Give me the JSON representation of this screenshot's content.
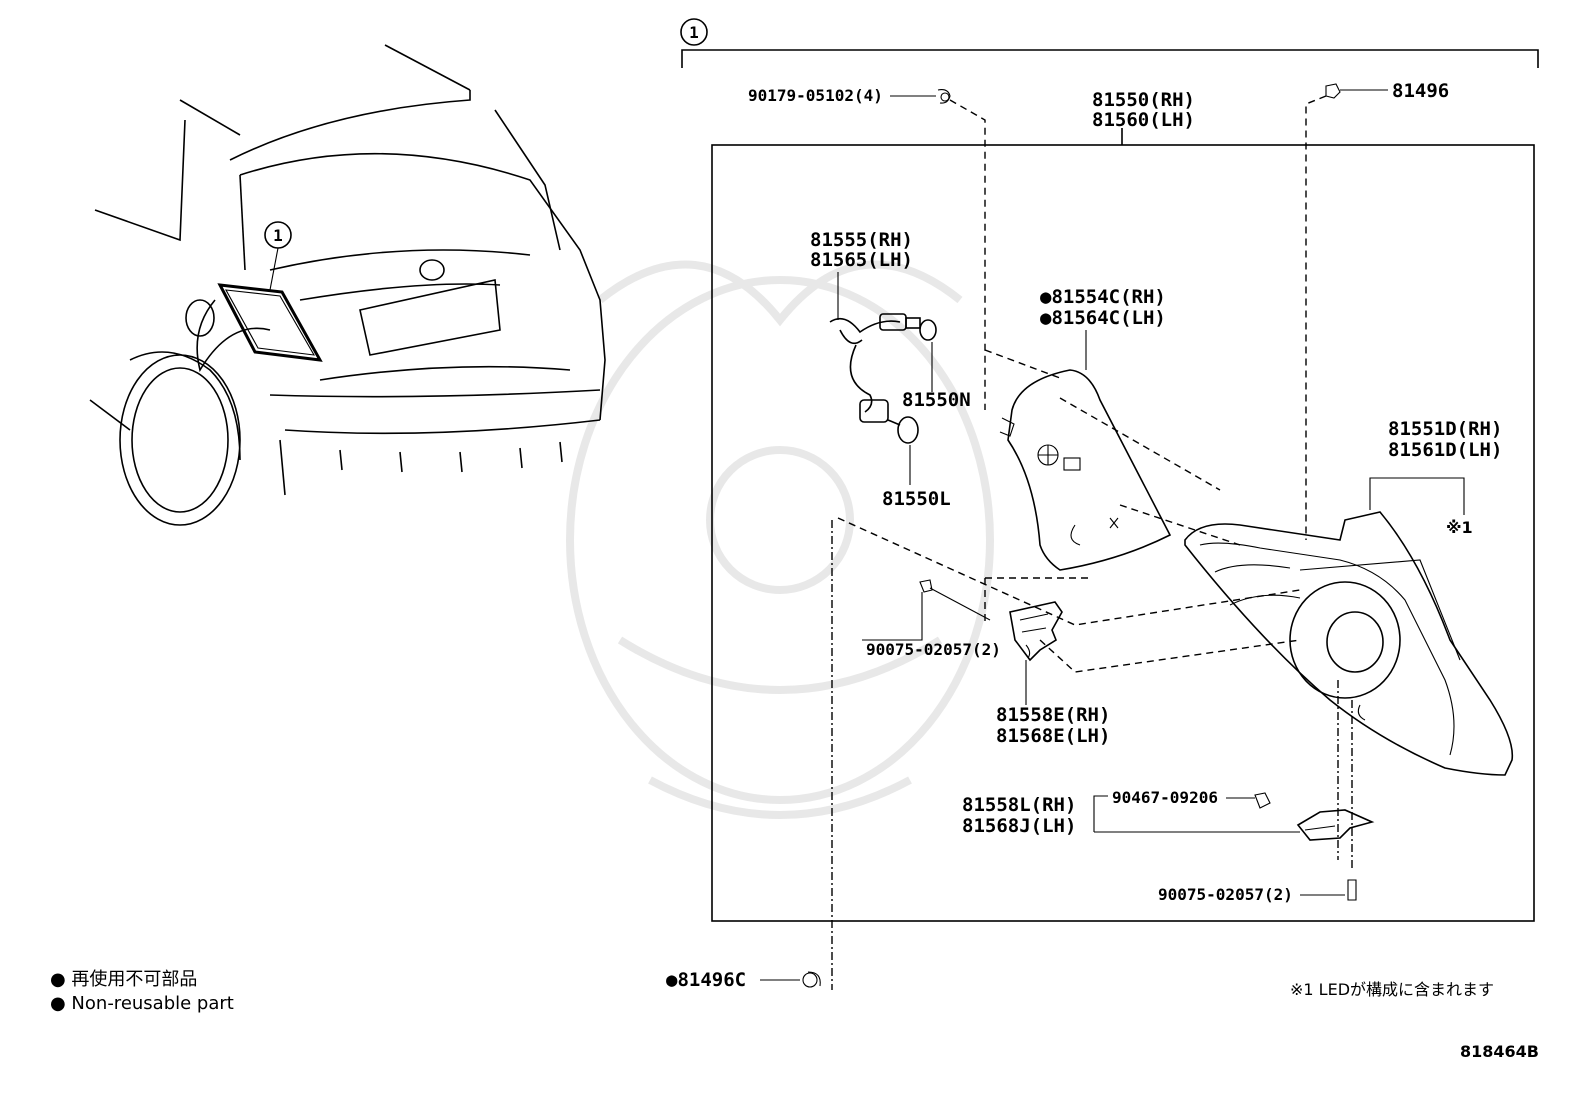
{
  "callout_number": "1",
  "parts": {
    "p90179": "90179-05102(4)",
    "p81550_rh": "81550(RH)",
    "p81560_lh": "81560(LH)",
    "p81496": "81496",
    "p81555_rh": "81555(RH)",
    "p81565_lh": "81565(LH)",
    "p81554c_rh": "●81554C(RH)",
    "p81564c_lh": "●81564C(LH)",
    "p81550n": "81550N",
    "p81550l": "81550L",
    "p81551d_rh": "81551D(RH)",
    "p81561d_lh": "81561D(LH)",
    "note_mark": "※1",
    "p90075_a": "90075-02057(2)",
    "p81558e_rh": "81558E(RH)",
    "p81568e_lh": "81568E(LH)",
    "p81558l_rh": "81558L(RH)",
    "p81568j_lh": "81568J(LH)",
    "p90467": "90467-09206",
    "p90075_b": "90075-02057(2)",
    "p81496c": "●81496C"
  },
  "legend": {
    "jp": "● 再使用不可部品",
    "en": "● Non-reusable part"
  },
  "footnote": "※1 LEDが構成に含まれます",
  "diagram_code": "818464B"
}
